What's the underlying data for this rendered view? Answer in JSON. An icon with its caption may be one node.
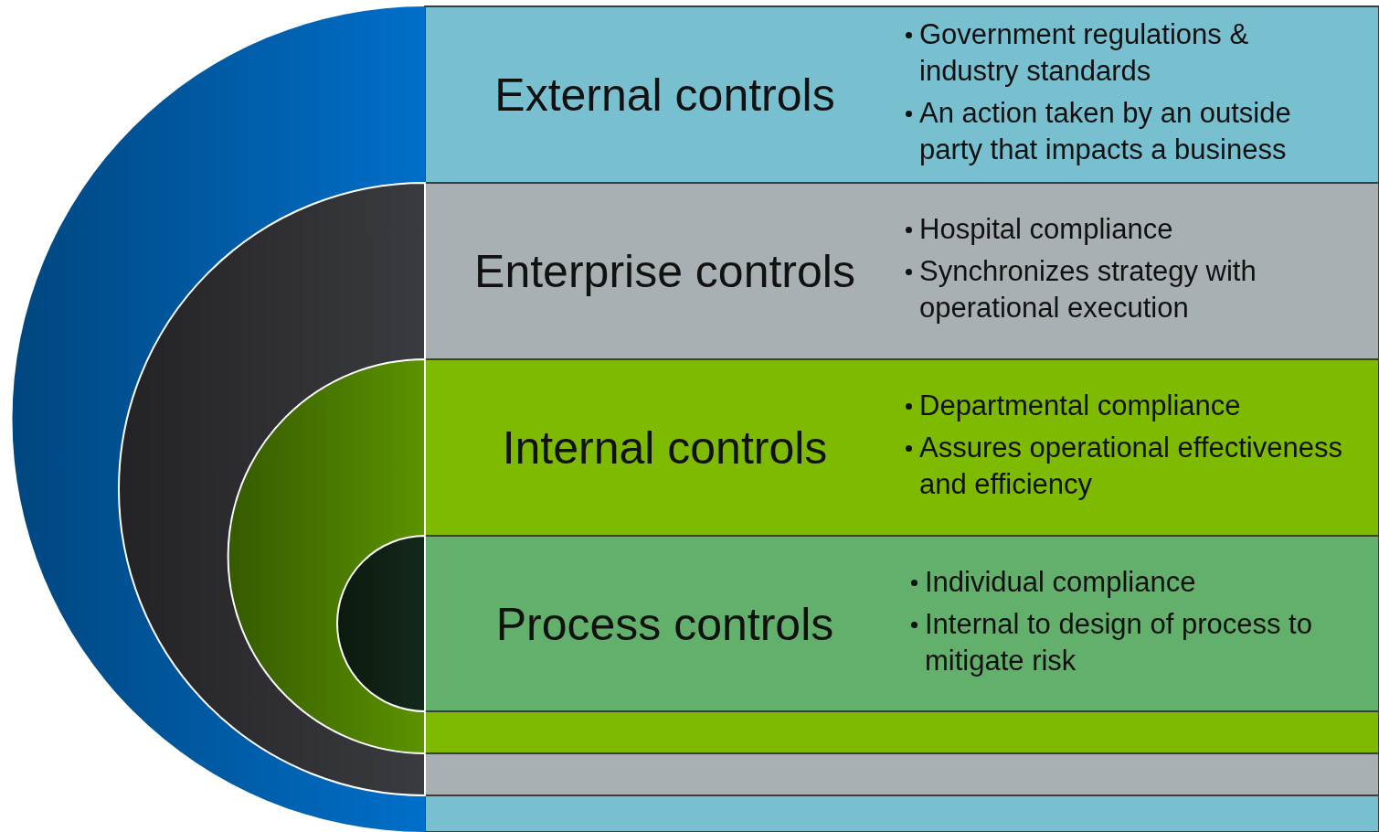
{
  "diagram": {
    "nodes": [
      {
        "text": [
          "External controls",
          "Government regulations & industry standards",
          "An action taken by an outside party that impacts a business"
        ]
      },
      {
        "text": [
          "Enterprise controls",
          "Hospital compliance",
          "Synchronizes strategy with operational execution"
        ],
        "in": 0
      },
      {
        "text": [
          "Internal controls",
          "Departmental compliance",
          "Assures operational effectiveness and efficiency"
        ],
        "in": 1
      },
      {
        "text": [
          "Process controls",
          "Individual compliance",
          "Internal to design of process to mitigate risk"
        ],
        "in": 2
      }
    ]
  }
}
